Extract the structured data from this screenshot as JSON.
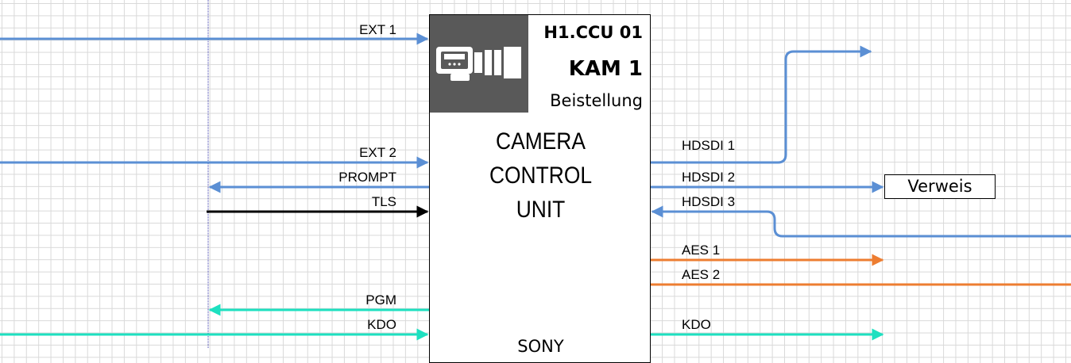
{
  "colors": {
    "video": "#5b8fd4",
    "tally": "#000000",
    "audio": "#ed7d31",
    "intercom": "#1de0c0",
    "grid": "#d9d9d9",
    "icon_bg": "#595959"
  },
  "device": {
    "id": "H1.CCU 01",
    "camera": "KAM 1",
    "status": "Beistellung",
    "title_line1": "CAMERA CONTROL",
    "title_line2": "UNIT",
    "vendor": "SONY",
    "icon": "camera-icon"
  },
  "reference": {
    "label": "Verweis"
  },
  "signals": {
    "ext1": "EXT 1",
    "ext2": "EXT 2",
    "prompt": "PROMPT",
    "tls": "TLS",
    "pgm": "PGM",
    "kdo_in": "KDO",
    "hdsdi1": "HDSDI 1",
    "hdsdi2": "HDSDI 2",
    "hdsdi3": "HDSDI 3",
    "aes1": "AES 1",
    "aes2": "AES 2",
    "kdo_out": "KDO"
  }
}
